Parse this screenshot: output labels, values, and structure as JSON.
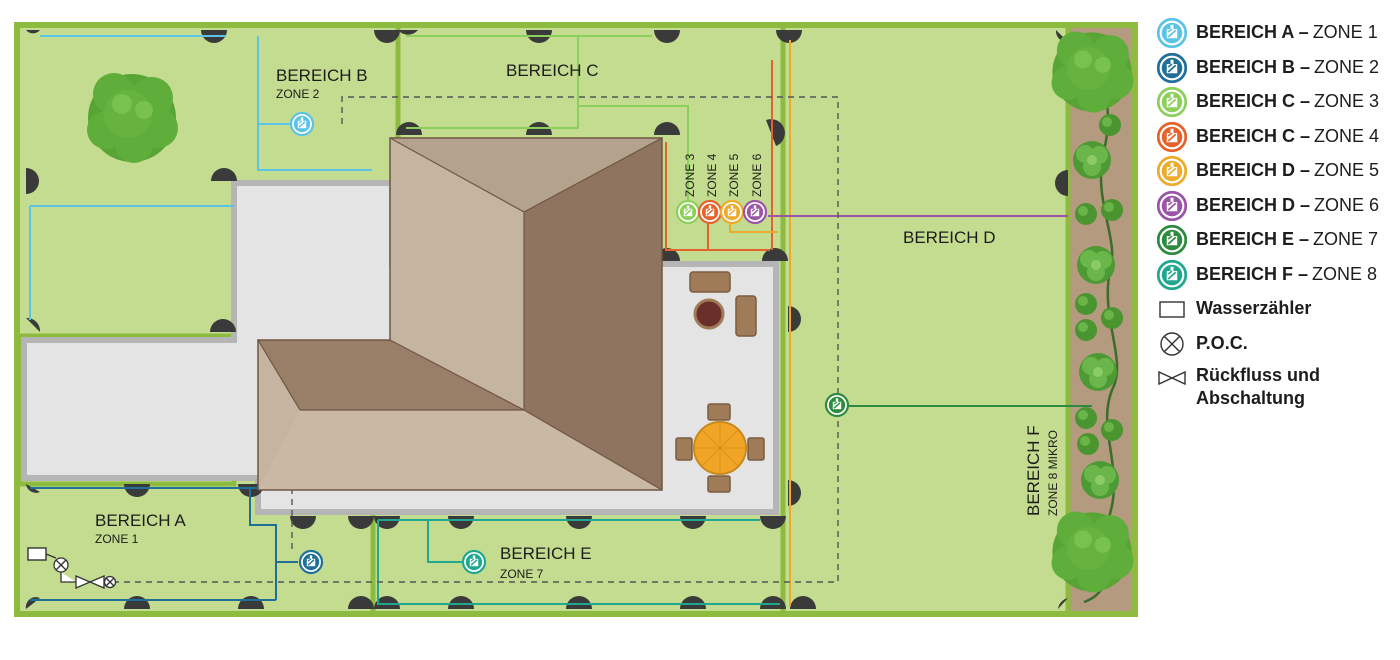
{
  "plan": {
    "labels": {
      "bereich_a": "BEREICH A",
      "bereich_a_zone": "ZONE 1",
      "bereich_b": "BEREICH B",
      "bereich_b_zone": "ZONE 2",
      "bereich_c": "BEREICH C",
      "bereich_d": "BEREICH D",
      "bereich_e": "BEREICH E",
      "bereich_e_zone": "ZONE 7",
      "bereich_f": "BEREICH F",
      "bereich_f_zone": "ZONE 8 MIKRO",
      "valve_zone3": "ZONE 3",
      "valve_zone4": "ZONE 4",
      "valve_zone5": "ZONE 5",
      "valve_zone6": "ZONE 6"
    },
    "zone_colors": {
      "zone1": "#5bc4e6",
      "zone2": "#1f6f99",
      "zone3": "#8ccf5a",
      "zone4": "#e4622c",
      "zone5": "#eeaa2a",
      "zone6": "#9b55a8",
      "zone7": "#2e8a3e",
      "zone8": "#1fa88f"
    },
    "colors": {
      "lawn": "#c4dc90",
      "border": "#8dbb3f",
      "paving": "#e4e4e4",
      "roof_dark": "#9a7f68",
      "roof_light": "#c4b4a0",
      "mulch": "#b49a7e"
    }
  },
  "legend": {
    "items": [
      {
        "area": "BEREICH A –",
        "zone": "ZONE 1",
        "color": "#5bc4e6",
        "icon": "valve-icon"
      },
      {
        "area": "BEREICH B –",
        "zone": "ZONE 2",
        "color": "#1f6f99",
        "icon": "valve-icon"
      },
      {
        "area": "BEREICH C –",
        "zone": "ZONE 3",
        "color": "#8ccf5a",
        "icon": "valve-icon"
      },
      {
        "area": "BEREICH C –",
        "zone": "ZONE 4",
        "color": "#e4622c",
        "icon": "valve-icon"
      },
      {
        "area": "BEREICH D –",
        "zone": "ZONE 5",
        "color": "#eeaa2a",
        "icon": "valve-icon"
      },
      {
        "area": "BEREICH D –",
        "zone": "ZONE 6",
        "color": "#9b55a8",
        "icon": "valve-icon"
      },
      {
        "area": "BEREICH E –",
        "zone": "ZONE 7",
        "color": "#2e8a3e",
        "icon": "valve-icon"
      },
      {
        "area": "BEREICH F –",
        "zone": "ZONE 8",
        "color": "#1fa88f",
        "icon": "valve-icon"
      }
    ],
    "water_meter": "Wasserzähler",
    "poc": "P.O.C.",
    "backflow_line1": "Rückfluss und",
    "backflow_line2": "Abschaltung"
  }
}
